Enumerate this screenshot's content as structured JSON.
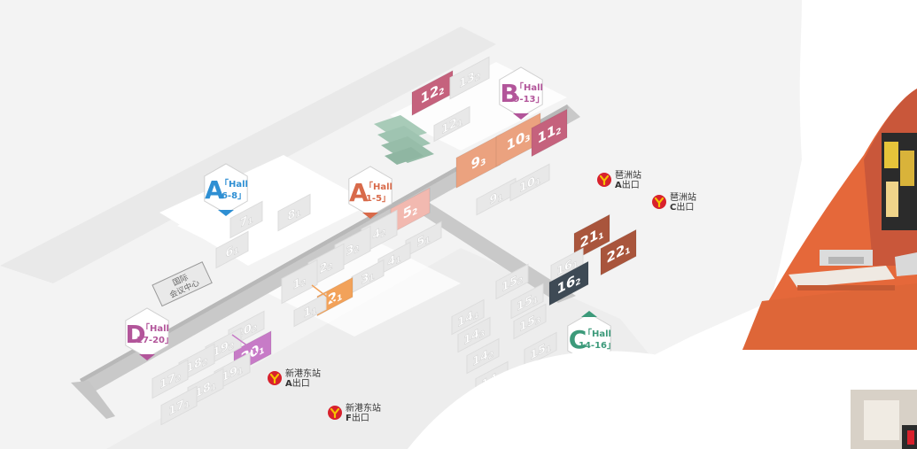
{
  "colors": {
    "pink": "#C5627D",
    "peach": "#EBA27F",
    "lightpink": "#F2B9B0",
    "orange": "#F2A25A",
    "brown": "#A9553C",
    "dark": "#3E4A55",
    "green": "#A8CBB8",
    "purple": "#C77BC7",
    "hallgrey": "#E8E8E8",
    "blue": "#2E8FD3",
    "magenta": "#B2559A",
    "coral": "#D86A4A",
    "teal": "#3C9A7A",
    "metro_red": "#D8212C",
    "metro_yellow": "#F5C400",
    "room_orange": "#E5683A"
  },
  "halls": [
    {
      "id": "h12_2",
      "main": "12",
      "sub": "2",
      "color": "pink"
    },
    {
      "id": "h13_2",
      "main": "13",
      "sub": "2",
      "color": "hallgrey"
    },
    {
      "id": "h12_1",
      "main": "12",
      "sub": "1",
      "color": "hallgrey"
    },
    {
      "id": "h9_3",
      "main": "9",
      "sub": "3",
      "color": "peach"
    },
    {
      "id": "h10_3",
      "main": "10",
      "sub": "3",
      "color": "peach"
    },
    {
      "id": "h11_2",
      "main": "11",
      "sub": "2",
      "color": "pink"
    },
    {
      "id": "h9_1",
      "main": "9",
      "sub": "1",
      "color": "hallgrey"
    },
    {
      "id": "h10_1",
      "main": "10",
      "sub": "1",
      "color": "hallgrey"
    },
    {
      "id": "h5_2",
      "main": "5",
      "sub": "2",
      "color": "lightpink"
    },
    {
      "id": "h5_1",
      "main": "5",
      "sub": "1",
      "color": "hallgrey"
    },
    {
      "id": "h4_2",
      "main": "4",
      "sub": "2",
      "color": "hallgrey"
    },
    {
      "id": "h4_1",
      "main": "4",
      "sub": "1",
      "color": "hallgrey"
    },
    {
      "id": "h3_2",
      "main": "3",
      "sub": "2",
      "color": "hallgrey"
    },
    {
      "id": "h3_1",
      "main": "3",
      "sub": "1",
      "color": "hallgrey"
    },
    {
      "id": "h2_2",
      "main": "2",
      "sub": "2",
      "color": "hallgrey"
    },
    {
      "id": "h2_1",
      "main": "2",
      "sub": "1",
      "color": "orange"
    },
    {
      "id": "h1_2",
      "main": "1",
      "sub": "2",
      "color": "hallgrey"
    },
    {
      "id": "h1_1",
      "main": "1",
      "sub": "1",
      "color": "hallgrey"
    },
    {
      "id": "h7_1",
      "main": "7",
      "sub": "1",
      "color": "hallgrey"
    },
    {
      "id": "h8_1",
      "main": "8",
      "sub": "1",
      "color": "hallgrey"
    },
    {
      "id": "h6_1",
      "main": "6",
      "sub": "1",
      "color": "hallgrey"
    },
    {
      "id": "h21_1",
      "main": "21",
      "sub": "1",
      "color": "brown"
    },
    {
      "id": "h22_1",
      "main": "22",
      "sub": "1",
      "color": "brown"
    },
    {
      "id": "h16_1",
      "main": "16",
      "sub": "1",
      "color": "hallgrey"
    },
    {
      "id": "h16_2",
      "main": "16",
      "sub": "2",
      "color": "dark"
    },
    {
      "id": "h15_2",
      "main": "15",
      "sub": "2",
      "color": "hallgrey"
    },
    {
      "id": "h15_1",
      "main": "15",
      "sub": "1",
      "color": "hallgrey"
    },
    {
      "id": "h15_3",
      "main": "15",
      "sub": "3",
      "color": "hallgrey"
    },
    {
      "id": "h15_1b",
      "main": "15",
      "sub": "1",
      "color": "hallgrey"
    },
    {
      "id": "h14_4",
      "main": "14",
      "sub": "4",
      "color": "hallgrey"
    },
    {
      "id": "h14_3",
      "main": "14",
      "sub": "3",
      "color": "hallgrey"
    },
    {
      "id": "h14_2",
      "main": "14",
      "sub": "2",
      "color": "hallgrey"
    },
    {
      "id": "h14_1",
      "main": "14",
      "sub": "1",
      "color": "hallgrey"
    },
    {
      "id": "h20_2",
      "main": "20",
      "sub": "2",
      "color": "hallgrey"
    },
    {
      "id": "h20_1",
      "main": "20",
      "sub": "1",
      "color": "purple"
    },
    {
      "id": "h19_2",
      "main": "19",
      "sub": "2",
      "color": "hallgrey"
    },
    {
      "id": "h19_1",
      "main": "19",
      "sub": "1",
      "color": "hallgrey"
    },
    {
      "id": "h18_2",
      "main": "18",
      "sub": "2",
      "color": "hallgrey"
    },
    {
      "id": "h18_1",
      "main": "18",
      "sub": "1",
      "color": "hallgrey"
    },
    {
      "id": "h17_2",
      "main": "17",
      "sub": "2",
      "color": "hallgrey"
    },
    {
      "id": "h17_1",
      "main": "17",
      "sub": "1",
      "color": "hallgrey"
    }
  ],
  "entrances": [
    {
      "id": "ent-a-6-8",
      "letter": "A",
      "line1": "「Hall",
      "line2": "6-8」",
      "color": "blue"
    },
    {
      "id": "ent-b-9-13",
      "letter": "B",
      "line1": "「Hall",
      "line2": "9-13」",
      "color": "magenta"
    },
    {
      "id": "ent-a-1-5",
      "letter": "A",
      "line1": "「Hall",
      "line2": "1-5」",
      "color": "coral"
    },
    {
      "id": "ent-d-17-20",
      "letter": "D",
      "line1": "「Hall",
      "line2": "17-20」",
      "color": "magenta"
    },
    {
      "id": "ent-c-14-16",
      "letter": "C",
      "line1": "「Hall",
      "line2": "14-16」",
      "color": "teal"
    }
  ],
  "metro": [
    {
      "id": "pazhou-a",
      "name": "琶洲站",
      "exit_letter": "A",
      "exit_text": "出口"
    },
    {
      "id": "pazhou-c",
      "name": "琶洲站",
      "exit_letter": "C",
      "exit_text": "出口"
    },
    {
      "id": "xingangdong-a",
      "name": "新港东站",
      "exit_letter": "A",
      "exit_text": "出口"
    },
    {
      "id": "xingangdong-f",
      "name": "新港东站",
      "exit_letter": "F",
      "exit_text": "出口"
    }
  ],
  "convention_center": {
    "line1": "国际",
    "line2": "会议中心"
  }
}
